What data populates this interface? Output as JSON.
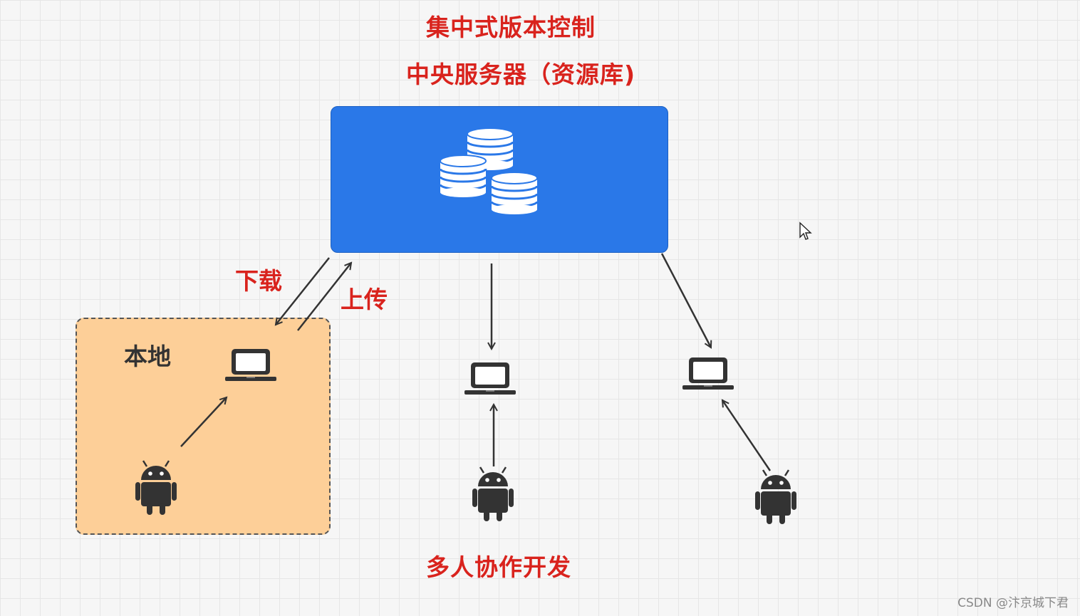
{
  "title": "集中式版本控制",
  "server": {
    "label": "中央服务器（资源库)"
  },
  "local": {
    "label": "本地"
  },
  "transfer": {
    "download": "下载",
    "upload": "上传"
  },
  "collaboration": {
    "label": "多人协作开发"
  },
  "watermark": "CSDN @汴京城下君",
  "icons": [
    "database-stack-icon",
    "laptop-icon",
    "android-icon",
    "mouse-cursor-icon"
  ],
  "colors": {
    "server": "#2a78e8",
    "local_area": "#fdcf98",
    "labels": "#d9231d",
    "icons": "#333333"
  }
}
